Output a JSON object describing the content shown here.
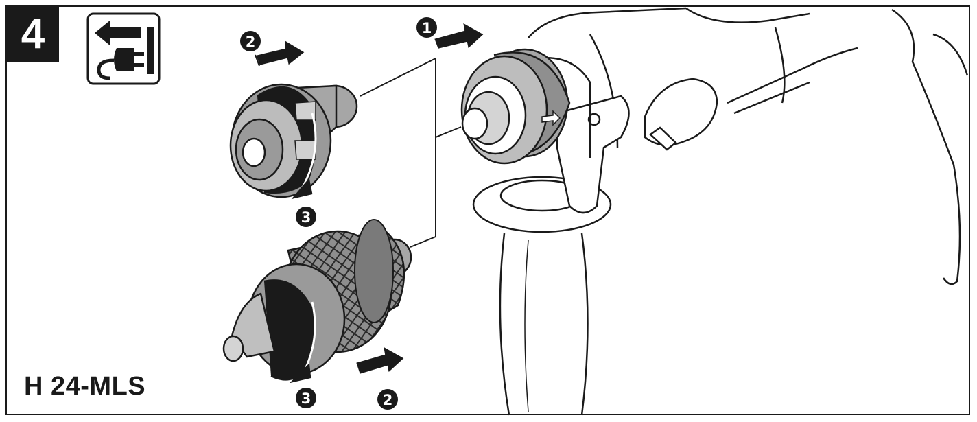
{
  "figure": {
    "step_number": "4",
    "model_label": "H 24-MLS",
    "unplug_icon": "unplug-power-icon",
    "callouts": [
      {
        "id": "upper-step-2",
        "number": "2"
      },
      {
        "id": "upper-step-3",
        "number": "3"
      },
      {
        "id": "drill-step-1",
        "number": "1"
      },
      {
        "id": "lower-step-3",
        "number": "3"
      },
      {
        "id": "lower-step-2",
        "number": "2"
      }
    ],
    "colors": {
      "ink": "#1a1a1a",
      "chuck_gray": "#a6a6a6",
      "dark_gray": "#7a7a7a",
      "paper": "#ffffff"
    }
  }
}
